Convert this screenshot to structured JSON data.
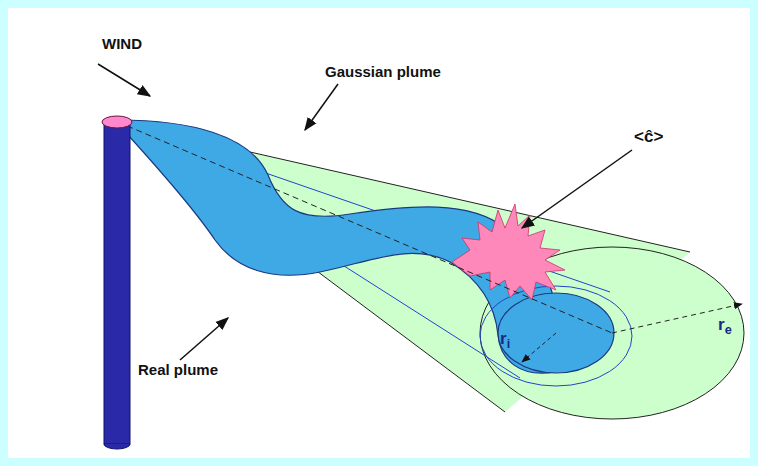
{
  "diagram": {
    "labels": [
      "WIND",
      "Gaussian plume",
      "<ĉ>",
      "Real plume",
      "ri",
      "re"
    ]
  }
}
